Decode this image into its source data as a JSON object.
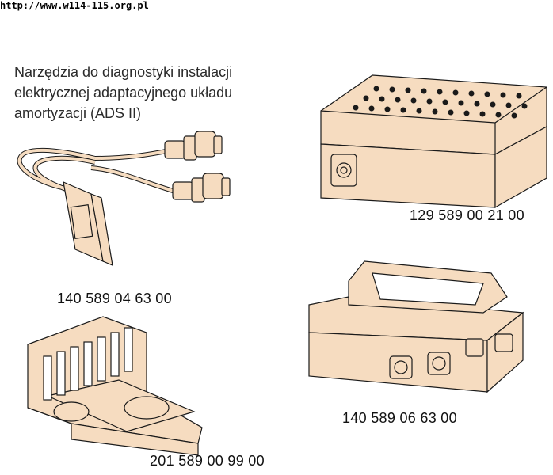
{
  "header": {
    "url": "http://www.w114-115.org.pl"
  },
  "caption": {
    "text": "Narzędzia do diagnostyki instalacji\nelektrycznej adaptacyjnego układu\namortyzacji (ADS II)"
  },
  "parts": {
    "cable_adapter": "140 589 04 63 00",
    "connector_box": "129 589 00 21 00",
    "test_case": "201 589 00 99 00",
    "switch_unit": "140 589 06 63 00"
  },
  "colors": {
    "fill": "#f6dcc0",
    "stroke": "#1a1a1a"
  }
}
